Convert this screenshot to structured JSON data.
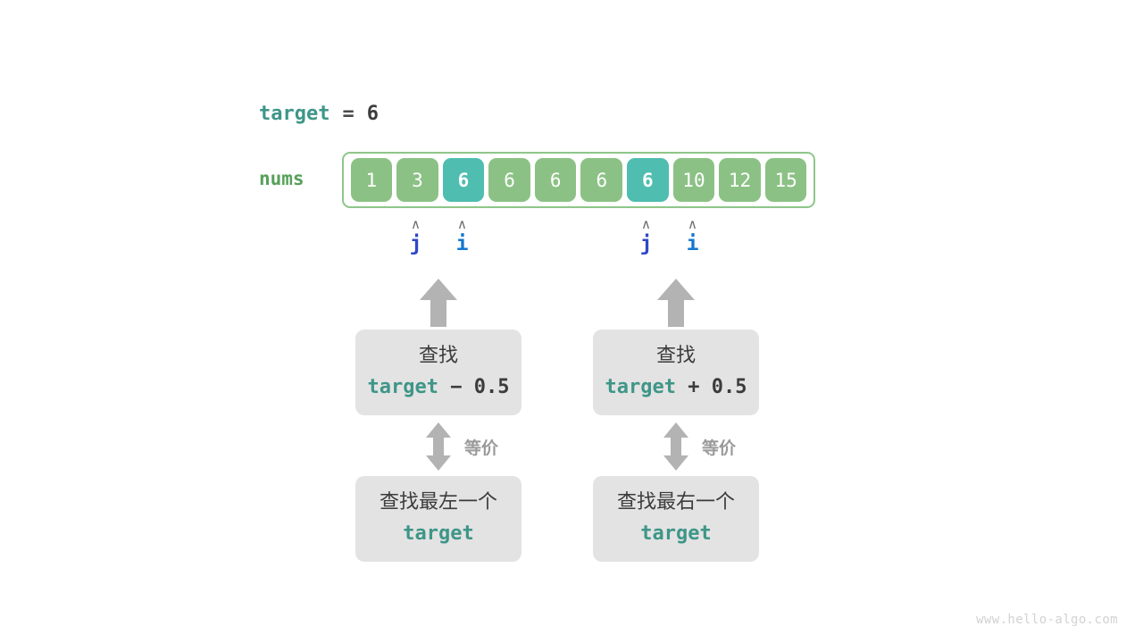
{
  "title": "binary search boundary equivalence diagram",
  "target_line": {
    "name": "target",
    "equals": "=",
    "value": "6"
  },
  "array": {
    "label": "nums",
    "values": [
      "1",
      "3",
      "6",
      "6",
      "6",
      "6",
      "6",
      "10",
      "12",
      "15"
    ],
    "highlighted_indices": [
      2,
      6
    ],
    "cell_color": "#8cc185",
    "highlight_color": "#4fbdb0",
    "border_color": "#8ec68a"
  },
  "pointers": [
    {
      "caret": "∧",
      "label": "j",
      "color": "#2f48c6",
      "cell_index": 1
    },
    {
      "caret": "∧",
      "label": "i",
      "color": "#1577cf",
      "cell_index": 2
    },
    {
      "caret": "∧",
      "label": "j",
      "color": "#2f48c6",
      "cell_index": 6
    },
    {
      "caret": "∧",
      "label": "i",
      "color": "#1577cf",
      "cell_index": 7
    }
  ],
  "columns": [
    {
      "top_box": {
        "line1": "查找",
        "code_name": "target",
        "code_op": " − ",
        "code_value": "0.5"
      },
      "equiv_label": "等价",
      "bottom_box": {
        "line1": "查找最左一个",
        "code_name": "target"
      }
    },
    {
      "top_box": {
        "line1": "查找",
        "code_name": "target",
        "code_op": " + ",
        "code_value": "0.5"
      },
      "equiv_label": "等价",
      "bottom_box": {
        "line1": "查找最右一个",
        "code_name": "target"
      }
    }
  ],
  "watermark": "www.hello-algo.com",
  "colors": {
    "code_teal": "#3e9688",
    "gray_arrow": "#b3b3b3",
    "box_gray": "#e3e3e3",
    "text_dark": "#3c3c3c"
  }
}
